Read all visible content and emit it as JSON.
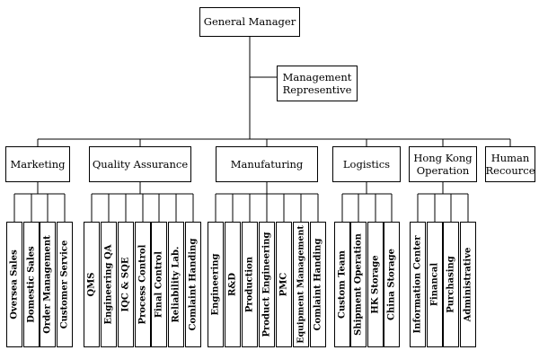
{
  "top": {
    "general_manager": "General Manager",
    "management_representive_line1": "Management",
    "management_representive_line2": "Representive"
  },
  "departments": {
    "marketing": {
      "title": "Marketing",
      "units": [
        "Oversea Sales",
        "Domestic Sales",
        "Order Management",
        "Customer Service"
      ]
    },
    "quality_assurance": {
      "title": "Quality Assurance",
      "units": [
        "QMS",
        "Engineering QA",
        "IQC & SQE",
        "Process Control",
        "Final Control",
        "Reliability Lab.",
        "Comlaint Handing"
      ]
    },
    "manufaturing": {
      "title": "Manufaturing",
      "units": [
        "Engineering",
        "R&D",
        "Production",
        "Product Engineering",
        "PMC",
        "Equipment Management",
        "Comlaint Handing"
      ]
    },
    "logistics": {
      "title": "Logistics",
      "units": [
        "Custom Team",
        "Shipment Operation",
        "HK Storage",
        "China Storage"
      ]
    },
    "hong_kong_operation": {
      "title_line1": "Hong Kong",
      "title_line2": "Operation",
      "units": [
        "Information Center",
        "Financal",
        "Purchasing",
        "Administrative"
      ]
    },
    "human_recource": {
      "title_line1": "Human",
      "title_line2": "Recource"
    }
  }
}
